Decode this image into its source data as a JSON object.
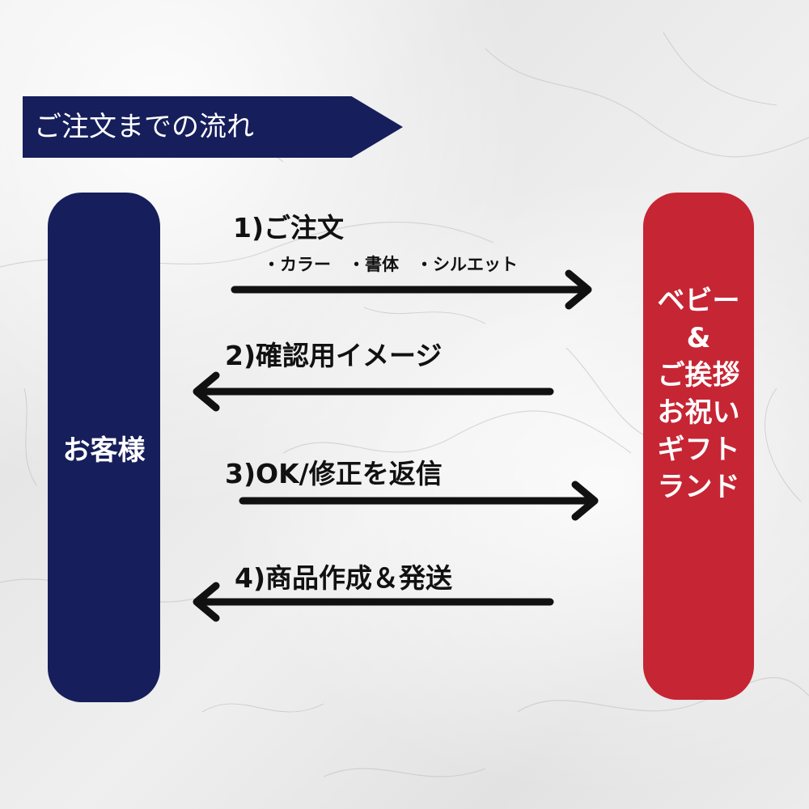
{
  "title": "ご注文までの流れ",
  "customer": {
    "label": "お客様"
  },
  "shop": {
    "lines": [
      "ベビー",
      "&",
      "ご挨拶",
      "お祝い",
      "ギフト",
      "ランド"
    ]
  },
  "steps": [
    {
      "label": "1)ご注文",
      "sub": "・カラー　・書体　・シルエット",
      "direction": "to-shop"
    },
    {
      "label": "2)確認用イメージ",
      "direction": "to-customer"
    },
    {
      "label": "3)OK/修正を返信",
      "direction": "to-shop"
    },
    {
      "label": "4)商品作成＆発送",
      "direction": "to-customer"
    }
  ],
  "colors": {
    "navy": "#161e5b",
    "red": "#c62534",
    "arrow": "#111111"
  }
}
